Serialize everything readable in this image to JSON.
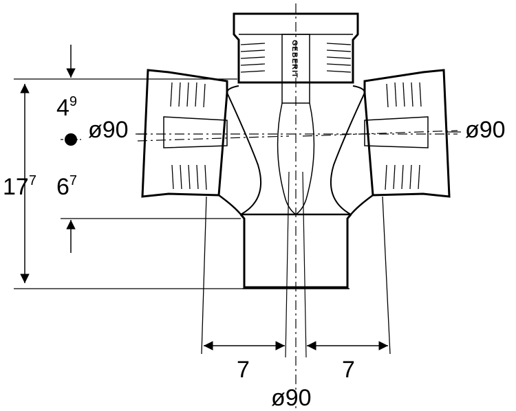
{
  "dimensions": {
    "top_offset": {
      "main": "4",
      "sup": "9"
    },
    "total_height": {
      "main": "17",
      "sup": "7"
    },
    "lower_offset": {
      "main": "6",
      "sup": "7"
    },
    "left_inlet_diameter": "ø90",
    "right_inlet_diameter": "ø90",
    "outlet_diameter": "ø90",
    "left_spacing": "7",
    "right_spacing": "7"
  },
  "brand_mark": "GEBERIT",
  "colors": {
    "line": "#000000",
    "background": "#ffffff"
  }
}
